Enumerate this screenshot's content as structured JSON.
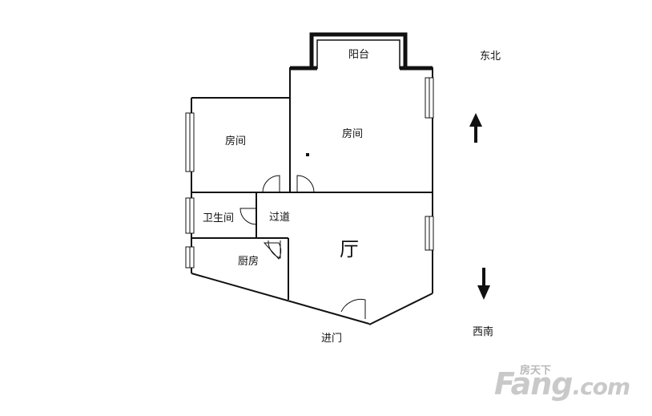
{
  "rooms": {
    "balcony": "阳台",
    "bedroom_left": "房间",
    "bedroom_right": "房间",
    "bathroom": "卫生间",
    "hallway": "过道",
    "kitchen": "厨房",
    "living_room": "厅"
  },
  "entrance": "进门",
  "compass": {
    "top": "东北",
    "bottom": "西南",
    "up_icon": "arrow-up-icon",
    "down_icon": "arrow-down-icon"
  },
  "watermark": {
    "cn": "房天下",
    "brand": "Fang",
    "domain": ".com"
  },
  "colors": {
    "wall": "#111111",
    "window": "#ffffff",
    "watermark": "#c9c9c9"
  }
}
